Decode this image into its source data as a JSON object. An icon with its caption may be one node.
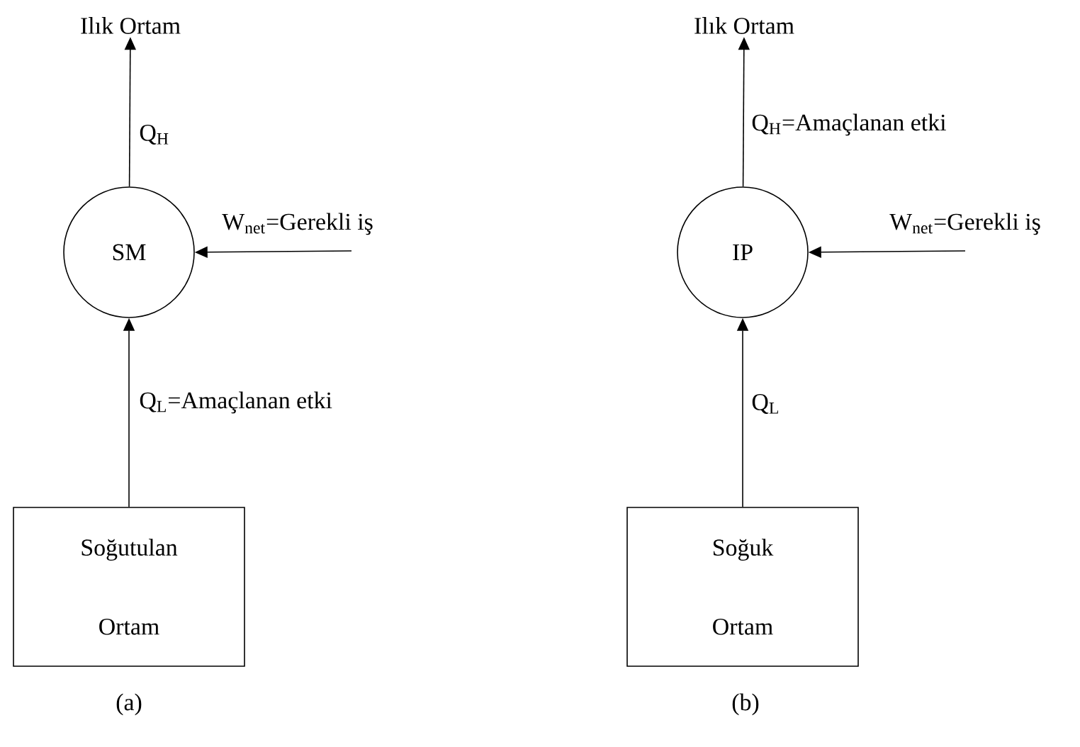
{
  "diagram": {
    "nodes": [
      {
        "text": [
          "Ilık Ortam"
        ]
      },
      {
        "text": [
          "SM"
        ]
      },
      {
        "text": [
          "Soğutulan Ortam"
        ]
      },
      {
        "text": [
          "Ilık Ortam"
        ]
      },
      {
        "text": [
          "IP"
        ]
      },
      {
        "text": [
          "Soğuk Ortam"
        ]
      }
    ],
    "edges": [
      {
        "from": 1,
        "to": 0,
        "arrow": "to",
        "label": "Q$_{H}$"
      },
      {
        "from": null,
        "to": 1,
        "arrow": "to",
        "label": "W$_{net}$=Gerekli iş"
      },
      {
        "from": 2,
        "to": 1,
        "arrow": "to",
        "label": "Q$_{L}$=Amaçlanan etki"
      },
      {
        "from": 4,
        "to": 3,
        "arrow": "to",
        "label": "Q$_{H}$=Amaçlanan etki"
      },
      {
        "from": null,
        "to": 4,
        "arrow": "to",
        "label": "W$_{net}$=Gerekli iş"
      },
      {
        "from": 5,
        "to": 4,
        "arrow": "to",
        "label": "Q$_{L}$"
      }
    ],
    "labels": [
      "(a)",
      "(b)"
    ]
  }
}
